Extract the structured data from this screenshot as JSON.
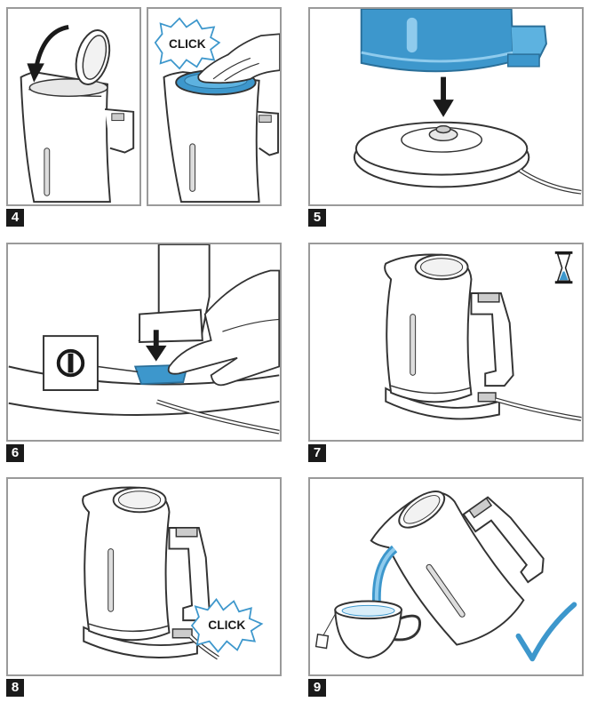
{
  "steps": [
    "4",
    "5",
    "6",
    "7",
    "8",
    "9"
  ],
  "click_label": "CLICK",
  "colors": {
    "accent": "#3d97cc",
    "accent_light": "#8fcbed",
    "outline": "#333333",
    "frame": "#9a9a9a"
  },
  "icons": [
    "lid-close-arrow-icon",
    "hand-icon",
    "down-arrow-icon",
    "power-icon",
    "hourglass-icon",
    "checkmark-icon"
  ]
}
